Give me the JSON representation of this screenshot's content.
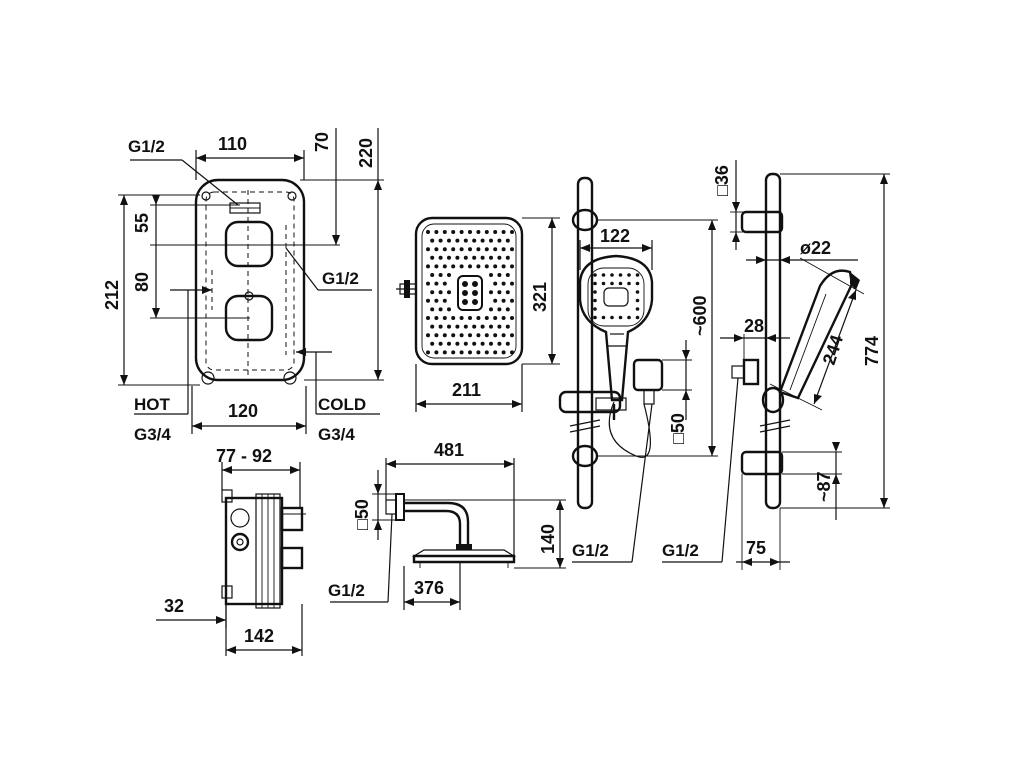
{
  "drawing": {
    "thermostat": {
      "dims": {
        "width_top": "110",
        "d70": "70",
        "d220": "220",
        "d55": "55",
        "d80": "80",
        "d212": "212",
        "width_bottom": "120"
      },
      "labels": {
        "g12_top": "G1/2",
        "g12_right": "G1/2",
        "hot": "HOT",
        "hot_thread": "G3/4",
        "cold": "COLD",
        "cold_thread": "G3/4"
      }
    },
    "box": {
      "dims": {
        "depth_range": "77 - 92",
        "d32": "32",
        "d142": "142"
      }
    },
    "overhead": {
      "dims": {
        "width": "211",
        "height": "321"
      }
    },
    "arm": {
      "dims": {
        "length": "481",
        "sq50": "□50",
        "height": "140",
        "head": "376"
      },
      "labels": {
        "g12": "G1/2"
      }
    },
    "rail_set1": {
      "dims": {
        "hand": "122",
        "height": "~600",
        "sq50": "□50"
      },
      "labels": {
        "g12": "G1/2"
      }
    },
    "rail_set2": {
      "dims": {
        "sq36": "□36",
        "dia": "ø22",
        "d28": "28",
        "d244": "244",
        "d774": "774",
        "d87": "~87",
        "d75": "75"
      },
      "labels": {
        "g12": "G1/2"
      }
    }
  }
}
